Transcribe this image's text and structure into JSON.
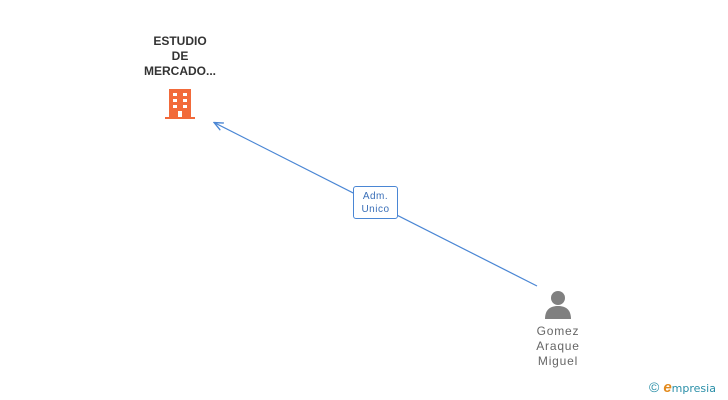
{
  "company": {
    "name_lines": [
      "ESTUDIO",
      "DE",
      "MERCADO..."
    ],
    "icon": "building-icon",
    "icon_color": "#f26a3a"
  },
  "relation": {
    "label_lines": [
      "Adm.",
      "Unico"
    ],
    "line_color": "#4a86d4"
  },
  "person": {
    "name_lines": [
      "Gomez",
      "Araque",
      "Miguel"
    ],
    "icon": "person-icon",
    "icon_color": "#808080"
  },
  "brand": {
    "copyright": "©",
    "initial": "e",
    "rest": "mpresia"
  }
}
